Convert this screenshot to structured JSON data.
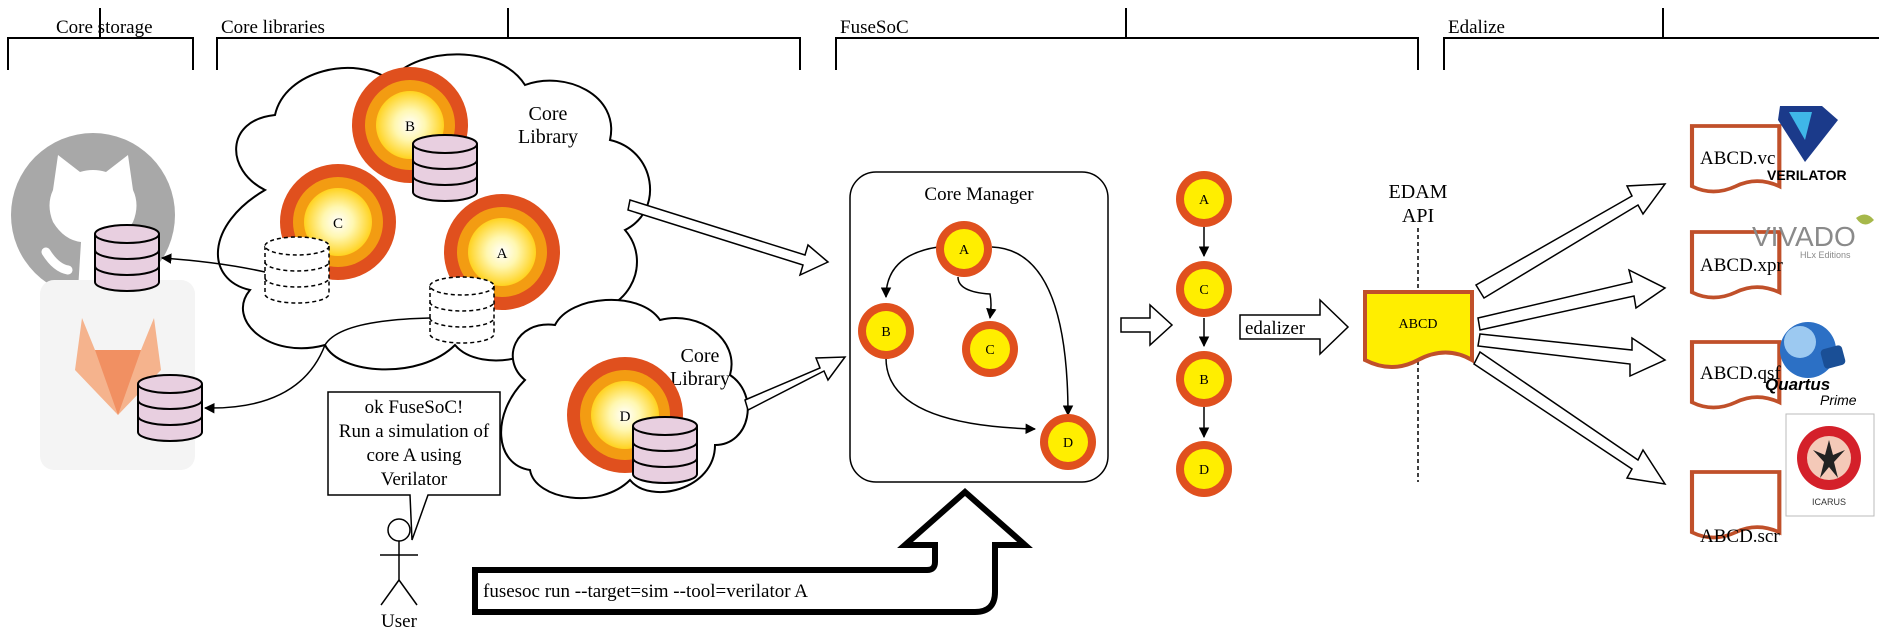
{
  "sections": [
    {
      "label": "Core storage"
    },
    {
      "label": "Core libraries"
    },
    {
      "label": "FuseSoC"
    },
    {
      "label": "Edalize"
    }
  ],
  "libraries": {
    "main_label_line1": "Core",
    "main_label_line2": "Library",
    "small_label_line1": "Core",
    "small_label_line2": "Library"
  },
  "cores": {
    "a": "A",
    "b": "B",
    "c": "C",
    "d": "D"
  },
  "core_manager": {
    "title": "Core Manager"
  },
  "speech": {
    "line1": "ok FuseSoC!",
    "line2": "Run a simulation of",
    "line3": "core A using",
    "line4": "Verilator"
  },
  "user": {
    "label": "User"
  },
  "command": {
    "text": "fusesoc run --target=sim --tool=verilator A"
  },
  "edalizer": {
    "label": "edalizer"
  },
  "edam": {
    "line1": "EDAM",
    "line2": "API",
    "doc_label": "ABCD"
  },
  "outputs": [
    {
      "file": "ABCD.vc",
      "tool": "VERILATOR"
    },
    {
      "file": "ABCD.xpr",
      "tool": "VIVADO",
      "tool_sub": "HLx Editions"
    },
    {
      "file": "ABCD.qsf",
      "tool": "Quartus",
      "tool_sub": "Prime"
    },
    {
      "file": "ABCD.scr",
      "tool": "ICARUS"
    }
  ],
  "colors": {
    "core_outer": "#e0501e",
    "core_ring": "#f39c12",
    "core_inner": "#ffd21f",
    "core_center": "#fff7b0",
    "database": "#e8cfe0",
    "edam_doc": "#ffee00",
    "doc_border": "#c0502a"
  }
}
